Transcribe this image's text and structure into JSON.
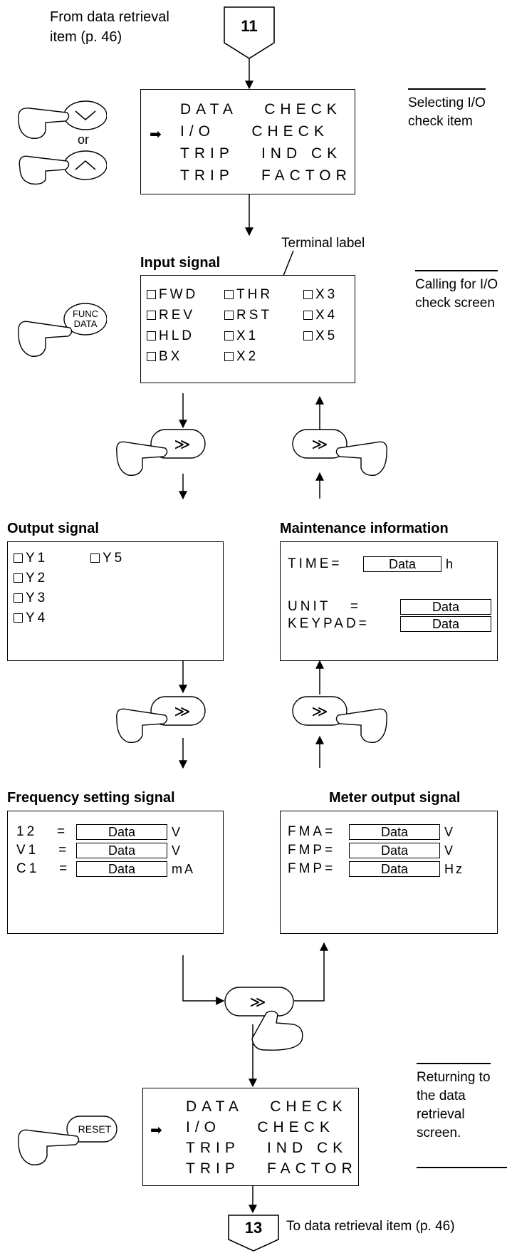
{
  "header": {
    "from_text_line1": "From data retrieval",
    "from_text_line2": "item (p. 46)",
    "from_badge": "11"
  },
  "footer": {
    "to_badge": "13",
    "to_text": "To data retrieval item (p. 46)"
  },
  "menu_lines": [
    "DATA   CHECK",
    "I/O    CHECK",
    "TRIP   IND CK",
    "TRIP   FACTOR"
  ],
  "menu_screen_1": {
    "selector": "➡"
  },
  "menu_screen_2": {
    "selector": "➡"
  },
  "notes": {
    "selecting": [
      "Selecting I/O",
      "check item"
    ],
    "calling": [
      "Calling for I/O",
      "check screen"
    ],
    "returning": [
      "Returning to",
      "the data",
      "retrieval",
      "screen."
    ]
  },
  "keys": {
    "or_label": "or",
    "func_label_1": "FUNC",
    "func_label_2": "DATA",
    "reset_label": "RESET",
    "shift_symbol": "≫",
    "down_symbol": "∨",
    "up_symbol": "∧"
  },
  "input_signal": {
    "title": "Input signal",
    "terminal_label": "Terminal label",
    "signals": [
      "FWD",
      "THR",
      "X3",
      "REV",
      "RST",
      "X4",
      "HLD",
      "X1",
      "X5",
      "BX",
      "X2"
    ]
  },
  "output_signal": {
    "title": "Output signal",
    "signals": [
      "Y1",
      "Y5",
      "Y2",
      "Y3",
      "Y4"
    ]
  },
  "maintenance": {
    "title": "Maintenance information",
    "rows": [
      {
        "label": "TIME=",
        "value": "Data",
        "unit": "h"
      },
      {
        "label": "UNIT   =",
        "value": "Data",
        "unit": ""
      },
      {
        "label": "KEYPAD=",
        "value": "Data",
        "unit": ""
      }
    ]
  },
  "frequency": {
    "title": "Frequency setting signal",
    "rows": [
      {
        "label": "12   =",
        "value": "Data",
        "unit": "V"
      },
      {
        "label": "V1   =",
        "value": "Data",
        "unit": "V"
      },
      {
        "label": "C1   =",
        "value": "Data",
        "unit": "mA"
      }
    ]
  },
  "meter": {
    "title": "Meter output signal",
    "rows": [
      {
        "label": "FMA=",
        "value": "Data",
        "unit": "V"
      },
      {
        "label": "FMP=",
        "value": "Data",
        "unit": "V"
      },
      {
        "label": "FMP=",
        "value": "Data",
        "unit": "Hz"
      }
    ]
  }
}
